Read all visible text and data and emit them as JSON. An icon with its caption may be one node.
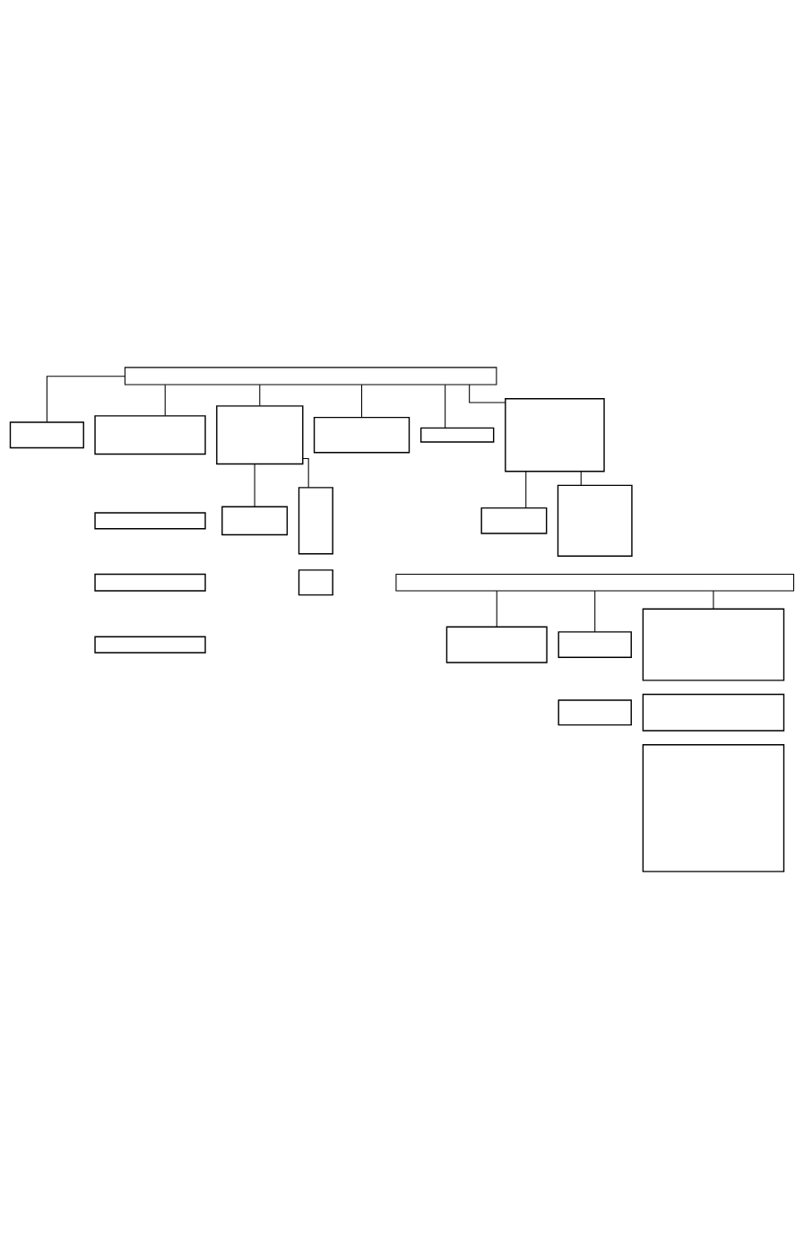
{
  "diagram": {
    "nodes": [
      {
        "text": [],
        "shape": "bar"
      },
      {
        "text": [],
        "shape": "box"
      },
      {
        "text": [],
        "shape": "box"
      },
      {
        "text": [],
        "shape": "box"
      },
      {
        "text": [],
        "shape": "box"
      },
      {
        "text": [],
        "shape": "box"
      },
      {
        "text": [],
        "shape": "box"
      },
      {
        "text": [],
        "shape": "box"
      },
      {
        "text": [],
        "shape": "box"
      },
      {
        "text": [],
        "shape": "box"
      },
      {
        "text": [],
        "shape": "box"
      },
      {
        "text": [],
        "shape": "box"
      },
      {
        "text": [],
        "shape": "box"
      },
      {
        "text": [],
        "shape": "box"
      },
      {
        "text": [],
        "shape": "box"
      },
      {
        "text": [],
        "shape": "bar"
      },
      {
        "text": [],
        "shape": "box"
      },
      {
        "text": [],
        "shape": "box"
      },
      {
        "text": [],
        "shape": "box"
      },
      {
        "text": [],
        "shape": "box"
      },
      {
        "text": [],
        "shape": "box"
      },
      {
        "text": [],
        "shape": "box"
      }
    ],
    "edges": [
      {
        "from": 0,
        "to": 2,
        "arrow": "none"
      },
      {
        "from": 0,
        "to": 1,
        "arrow": "none"
      },
      {
        "from": 0,
        "to": 6,
        "arrow": "none"
      },
      {
        "from": 0,
        "to": 7,
        "arrow": "none"
      },
      {
        "from": 0,
        "to": 12,
        "arrow": "none"
      },
      {
        "from": 0,
        "to": 11,
        "arrow": "none"
      },
      {
        "from": 6,
        "to": 8,
        "arrow": "none"
      },
      {
        "from": 6,
        "to": 9,
        "arrow": "none"
      },
      {
        "from": 12,
        "to": 13,
        "arrow": "none"
      },
      {
        "from": 12,
        "to": 14,
        "arrow": "none"
      },
      {
        "from": 15,
        "to": 16,
        "arrow": "none"
      },
      {
        "from": 15,
        "to": 17,
        "arrow": "none"
      },
      {
        "from": 15,
        "to": 19,
        "arrow": "none"
      }
    ]
  }
}
